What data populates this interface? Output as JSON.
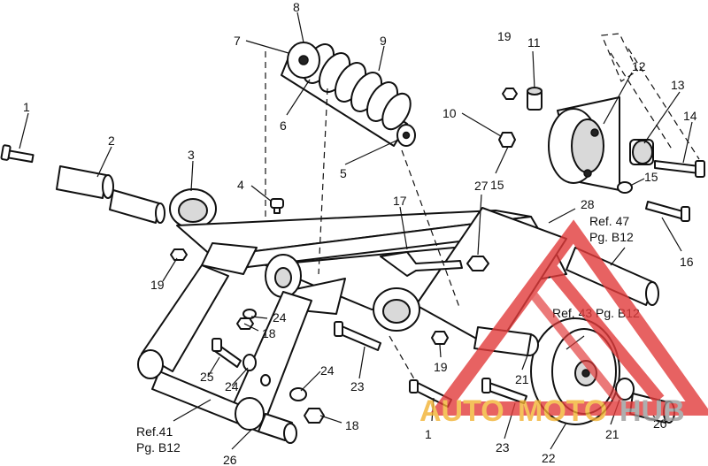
{
  "diagram": {
    "callouts": [
      {
        "id": "c1a",
        "label": "1"
      },
      {
        "id": "c2",
        "label": "2"
      },
      {
        "id": "c3",
        "label": "3"
      },
      {
        "id": "c4",
        "label": "4"
      },
      {
        "id": "c5",
        "label": "5"
      },
      {
        "id": "c6",
        "label": "6"
      },
      {
        "id": "c7",
        "label": "7"
      },
      {
        "id": "c8",
        "label": "8"
      },
      {
        "id": "c9",
        "label": "9"
      },
      {
        "id": "c10",
        "label": "10"
      },
      {
        "id": "c11",
        "label": "11"
      },
      {
        "id": "c12",
        "label": "12"
      },
      {
        "id": "c13",
        "label": "13"
      },
      {
        "id": "c14",
        "label": "14"
      },
      {
        "id": "c15a",
        "label": "15"
      },
      {
        "id": "c15b",
        "label": "15"
      },
      {
        "id": "c16",
        "label": "16"
      },
      {
        "id": "c17",
        "label": "17"
      },
      {
        "id": "c18a",
        "label": "18"
      },
      {
        "id": "c18b",
        "label": "18"
      },
      {
        "id": "c19a",
        "label": "19"
      },
      {
        "id": "c19b",
        "label": "19"
      },
      {
        "id": "c19c",
        "label": "19"
      },
      {
        "id": "c20",
        "label": "20"
      },
      {
        "id": "c21a",
        "label": "21"
      },
      {
        "id": "c21b",
        "label": "21"
      },
      {
        "id": "c22",
        "label": "22"
      },
      {
        "id": "c23a",
        "label": "23"
      },
      {
        "id": "c23b",
        "label": "23"
      },
      {
        "id": "c24a",
        "label": "24"
      },
      {
        "id": "c24b",
        "label": "24"
      },
      {
        "id": "c24c",
        "label": "24"
      },
      {
        "id": "c25",
        "label": "25"
      },
      {
        "id": "c26",
        "label": "26"
      },
      {
        "id": "c27",
        "label": "27"
      },
      {
        "id": "c28",
        "label": "28"
      },
      {
        "id": "c1b",
        "label": "1"
      }
    ],
    "references": {
      "ref47_line1": "Ref. 47",
      "ref47_line2": "Pg. B12",
      "ref43": "Ref. 43 Pg. B12",
      "ref41_line1": "Ref.41",
      "ref41_line2": "Pg. B12"
    }
  },
  "watermark": {
    "part1": "AUTO",
    "part2": "MOTO",
    "part3": "HUB",
    "colors": {
      "auto": "#f2b233",
      "moto": "#f2b233",
      "hub": "#9a9a9a",
      "triangle": "#e23b3b"
    }
  }
}
